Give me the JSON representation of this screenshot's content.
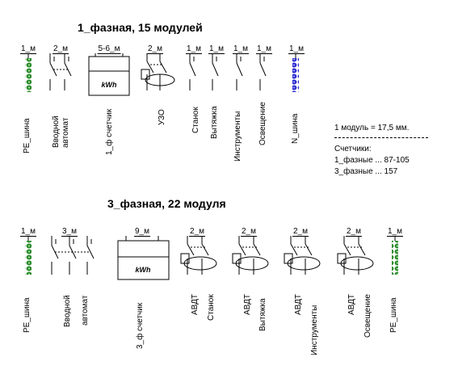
{
  "colors": {
    "pe_bus": "#2a8a2a",
    "n_bus": "#2a2ad0",
    "line": "#000000"
  },
  "panel1": {
    "title": "1_фазная, 15 модулей",
    "module_labels": [
      "1_м",
      "2_м",
      "5-6_м",
      "2_м",
      "1_м",
      "1_м",
      "1_м",
      "1_м",
      "1_м"
    ],
    "meter_text": "kWh",
    "labels": [
      "PE_шина",
      "Вводной",
      "автомат",
      "1_ф счетчик",
      "УЗО",
      "Станок",
      "Вытяжка",
      "Инструменты",
      "Освещение",
      "N_шина"
    ]
  },
  "notes": {
    "module_size": "1 модуль = 17,5 мм.",
    "meters_heading": "Счетчики:",
    "single_phase": "1_фазные ... 87-105",
    "three_phase": "3_фазные ... 157"
  },
  "panel2": {
    "title": "3_фазная,  22 модуля",
    "module_labels": [
      "1_м",
      "3_м",
      "9_м",
      "2_м",
      "2_м",
      "2_м",
      "2_м",
      "1_м"
    ],
    "meter_text": "kWh",
    "labels": [
      "PE_шина",
      "Вводной",
      "автомат",
      "3_ф счетчик",
      "АВДТ",
      "Станок",
      "АВДТ",
      "Вытяжка",
      "АВДТ",
      "Инструменты",
      "АВДТ",
      "Освещение",
      "PE_шина"
    ]
  }
}
